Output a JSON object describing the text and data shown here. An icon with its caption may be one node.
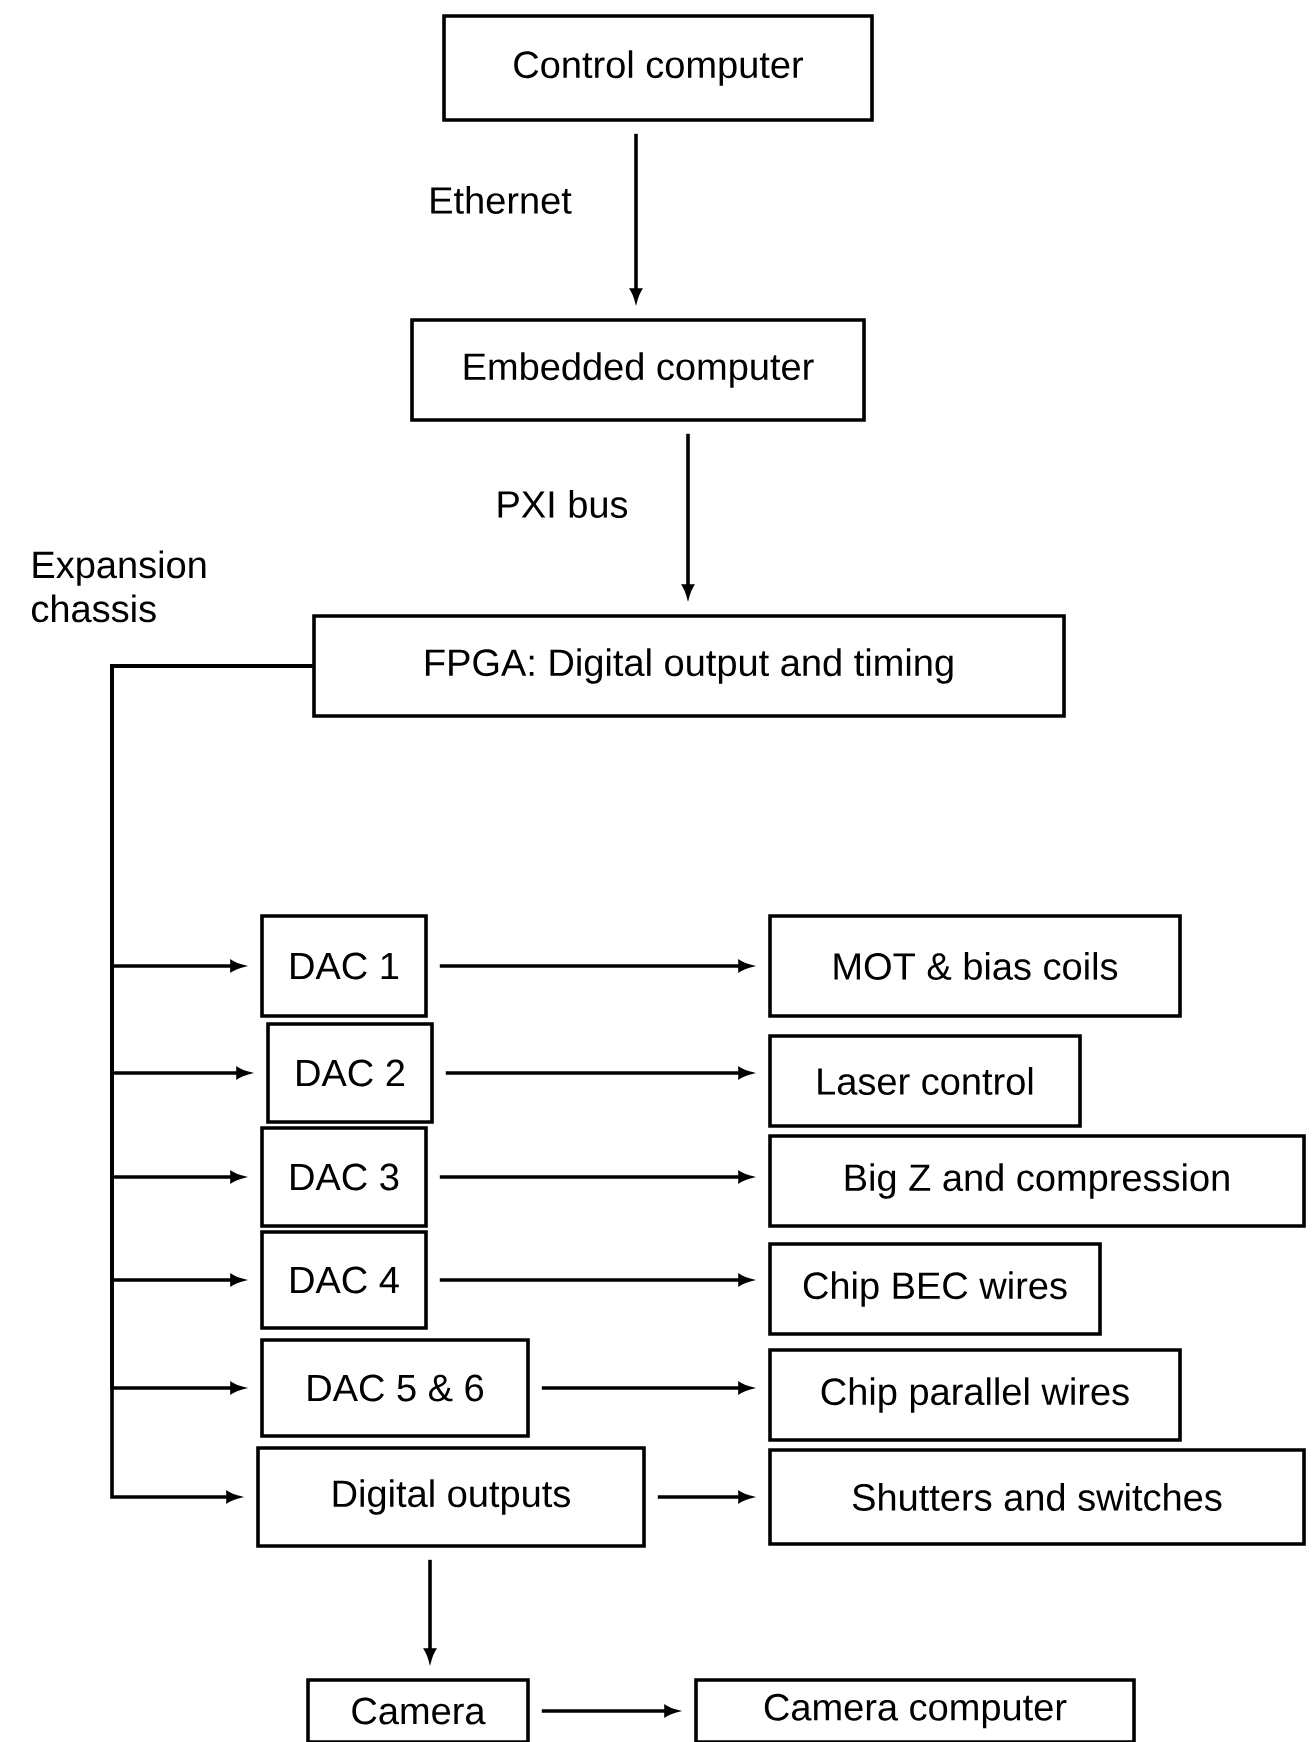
{
  "diagram": {
    "nodes": [
      {
        "text": [
          "Control computer"
        ]
      },
      {
        "text": [
          "Embedded computer"
        ]
      },
      {
        "text": [
          "FPGA: Digital output and timing"
        ]
      },
      {
        "text": [
          "DAC 1"
        ]
      },
      {
        "text": [
          "MOT & bias coils"
        ]
      },
      {
        "text": [
          "DAC 2"
        ]
      },
      {
        "text": [
          "Laser control"
        ]
      },
      {
        "text": [
          "DAC 3"
        ]
      },
      {
        "text": [
          "Big Z and compression"
        ]
      },
      {
        "text": [
          "DAC 4"
        ]
      },
      {
        "text": [
          "Chip BEC wires"
        ]
      },
      {
        "text": [
          "DAC 5 & 6"
        ]
      },
      {
        "text": [
          "Chip parallel wires"
        ]
      },
      {
        "text": [
          "Digital outputs"
        ]
      },
      {
        "text": [
          "Shutters and switches"
        ]
      },
      {
        "text": [
          "Camera"
        ]
      },
      {
        "text": [
          "Camera computer"
        ]
      }
    ],
    "edges": [
      {
        "from": 0,
        "to": 1,
        "arrow": "to",
        "label": "Ethernet"
      },
      {
        "from": 1,
        "to": 2,
        "arrow": "to",
        "label": "PXI bus"
      },
      {
        "from": 2,
        "to": 3,
        "arrow": "to"
      },
      {
        "from": 2,
        "to": 5,
        "arrow": "to"
      },
      {
        "from": 2,
        "to": 7,
        "arrow": "to"
      },
      {
        "from": 2,
        "to": 9,
        "arrow": "to"
      },
      {
        "from": 2,
        "to": 11,
        "arrow": "to"
      },
      {
        "from": 2,
        "to": 13,
        "arrow": "to"
      },
      {
        "from": 3,
        "to": 4,
        "arrow": "to"
      },
      {
        "from": 5,
        "to": 6,
        "arrow": "to"
      },
      {
        "from": 7,
        "to": 8,
        "arrow": "to"
      },
      {
        "from": 9,
        "to": 10,
        "arrow": "to"
      },
      {
        "from": 11,
        "to": 12,
        "arrow": "to"
      },
      {
        "from": 13,
        "to": 14,
        "arrow": "to"
      },
      {
        "from": 13,
        "to": 15,
        "arrow": "to"
      },
      {
        "from": 15,
        "to": 16,
        "arrow": "to"
      }
    ],
    "labels": [
      "Expansion chassis"
    ]
  }
}
